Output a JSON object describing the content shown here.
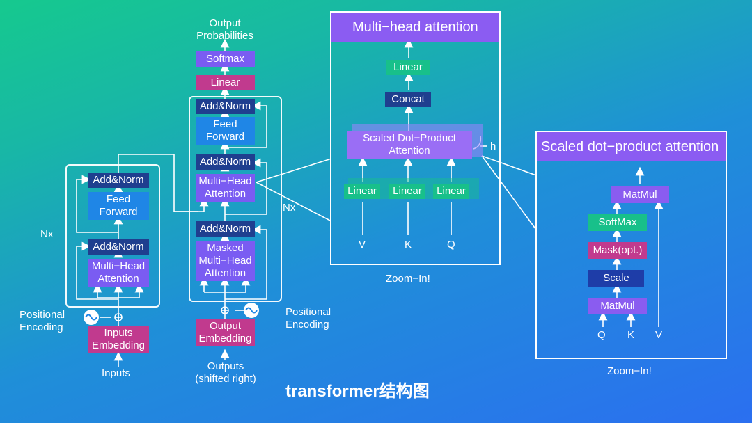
{
  "caption": "transformer结构图",
  "encoder": {
    "nx": "Nx",
    "positional_encoding": "Positional\nEncoding",
    "inputs": "Inputs",
    "inputs_embedding": "Inputs\nEmbedding",
    "multi_head_attention": "Multi−Head\nAttention",
    "add_norm_1": "Add&Norm",
    "feed_forward": "Feed\nForward",
    "add_norm_2": "Add&Norm"
  },
  "decoder": {
    "nx": "Nx",
    "positional_encoding": "Positional\nEncoding",
    "outputs": "Outputs\n(shifted right)",
    "output_embedding": "Output\nEmbedding",
    "masked_attention": "Masked\nMulti−Head\nAttention",
    "add_norm_1": "Add&Norm",
    "multi_head_attention": "Multi−Head\nAttention",
    "add_norm_2": "Add&Norm",
    "feed_forward": "Feed\nForward",
    "add_norm_3": "Add&Norm",
    "linear": "Linear",
    "softmax": "Softmax",
    "output_probabilities": "Output\nProbabilities"
  },
  "mha_panel": {
    "title": "Multi−head attention",
    "linear_top": "Linear",
    "concat": "Concat",
    "scaled_dot": "Scaled Dot−Product\nAttention",
    "h": "h",
    "linear_v": "Linear",
    "linear_k": "Linear",
    "linear_q": "Linear",
    "v": "V",
    "k": "K",
    "q": "Q",
    "zoom": "Zoom−In!"
  },
  "sdpa_panel": {
    "title": "Scaled dot−product attention",
    "matmul_top": "MatMul",
    "softmax": "SoftMax",
    "mask": "Mask(opt.)",
    "scale": "Scale",
    "matmul_bottom": "MatMul",
    "q": "Q",
    "k": "K",
    "v": "V",
    "zoom": "Zoom−In!"
  },
  "colors": {
    "purple": "#7a5cf2",
    "magenta": "#c13a8e",
    "navy": "#1f3f8f",
    "blue": "#1f86e6",
    "teal": "#18c08a"
  }
}
